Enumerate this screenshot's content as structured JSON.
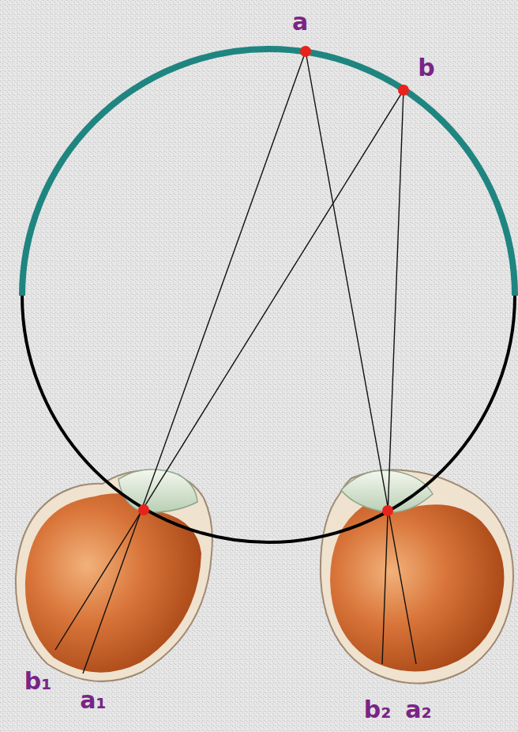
{
  "diagram": {
    "labels": [
      "a",
      "b",
      "b₁",
      "a₁",
      "b₂",
      "a₂"
    ]
  }
}
